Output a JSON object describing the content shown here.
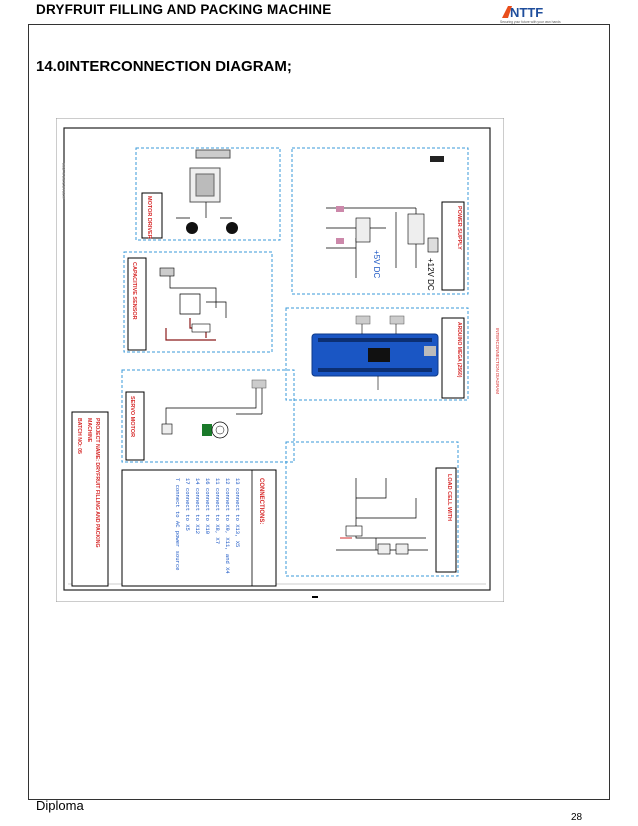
{
  "header": {
    "title": "DRYFRUIT FILLING AND PACKING MACHINE",
    "logo_text": "NTTF",
    "logo_tagline": "Securing your future with your own hands"
  },
  "section": {
    "title": "14.0INTERCONNECTION DIAGRAM;"
  },
  "diagram": {
    "side_title": "INTERCONNECTION DIAGRAM",
    "modules": {
      "motor_driver": "MOTOR DRIVER",
      "power_supply": "POWER SUPPLY",
      "capacitive_sensor": "CAPACITIVE SENSOR",
      "arduino": "ARDUINO MEGA (2560)",
      "servo_motor": "SERVO MOTOR",
      "load_cell": "LOAD CELL WITH"
    },
    "voltages": {
      "v1": "+5V DC",
      "v2": "+12V DC"
    },
    "connections": {
      "title": "CONNECTIONS:",
      "items": [
        "13 connect to X13, X5",
        "12 connect to X9, X11, and X4",
        "11 connect to X8, X7",
        "16 connect to X10",
        "14 connect to X12",
        "17 connect to X5",
        "T connect to AC power source"
      ]
    },
    "project": {
      "name_line1": "PROJECT NAME: DRYFRUIT FILLING AND PACKING",
      "name_line2": "MACHINE",
      "batch": "BATCH NO: 05"
    }
  },
  "footer": {
    "left": "Diploma",
    "page": "28"
  },
  "colors": {
    "accent_red": "#d62828",
    "logo_blue": "#1f4e9c",
    "dashed_blue": "#3a9ad9",
    "board_blue": "#1a56c4"
  }
}
